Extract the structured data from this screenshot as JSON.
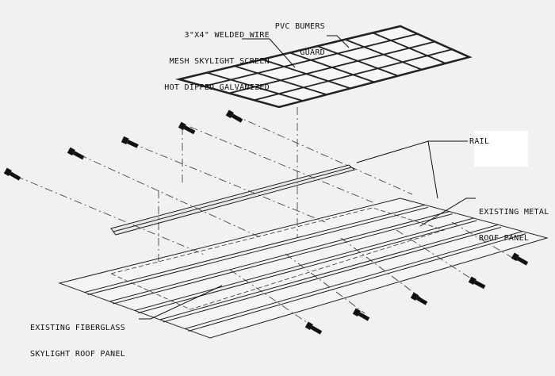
{
  "labels": {
    "mesh": [
      "3\"X4\" WELDED WIRE",
      "MESH SKYLIGHT SCREEN",
      "HOT DIPPED GALVANIZED"
    ],
    "guard": [
      "PVC BUMERS",
      "GUARD"
    ],
    "rail": "RAIL",
    "metal_panel": [
      "EXISTING METAL",
      "ROOF PANEL"
    ],
    "fiberglass_panel": [
      "EXISTING FIBERGLASS",
      "SKYLIGHT ROOF PANEL"
    ]
  }
}
